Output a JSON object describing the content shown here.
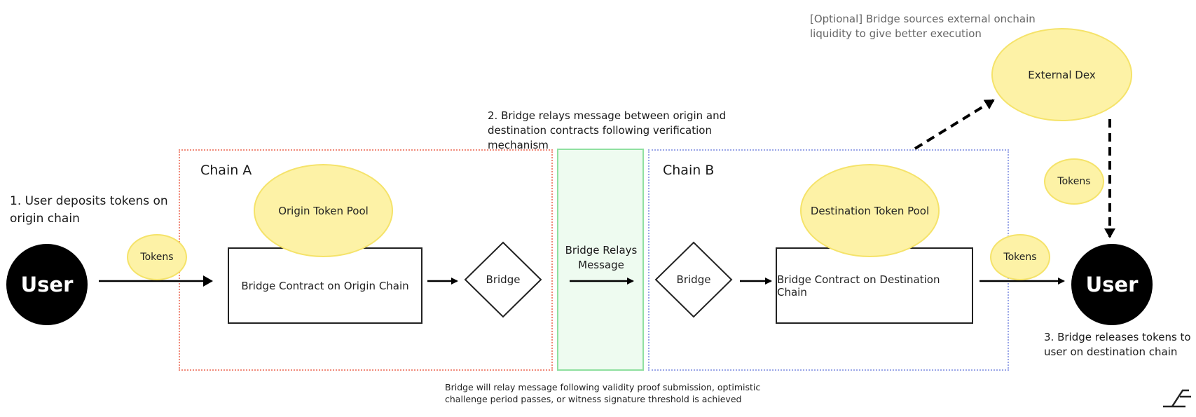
{
  "annotations": {
    "optional_note": "[Optional] Bridge sources external onchain liquidity to give better execution",
    "step1": "1. User deposits tokens on origin chain",
    "step2": "2. Bridge relays message between origin and destination contracts following verification mechanism",
    "step3": "3. Bridge releases tokens to user on destination chain",
    "footnote": "Bridge will relay message following validity proof submission, optimistic challenge period passes, or witness signature threshold is achieved"
  },
  "regions": {
    "chain_a": "Chain A",
    "chain_b": "Chain B",
    "relay": "Bridge Relays Message"
  },
  "nodes": {
    "user_left": "User",
    "user_right": "User",
    "tokens_left": "Tokens",
    "tokens_right": "Tokens",
    "tokens_top": "Tokens",
    "origin_pool": "Origin Token Pool",
    "destination_pool": "Destination Token Pool",
    "origin_contract": "Bridge Contract on Origin Chain",
    "destination_contract": "Bridge Contract on Destination Chain",
    "bridge_left": "Bridge",
    "bridge_right": "Bridge",
    "external_dex": "External Dex"
  },
  "colors": {
    "chain_a_border": "#f08a7a",
    "chain_b_border": "#9aa6e8",
    "relay_border": "#8fe0a0",
    "relay_fill": "#eefbf0",
    "token_fill": "#fdf2a6",
    "token_border": "#f5e36a"
  }
}
